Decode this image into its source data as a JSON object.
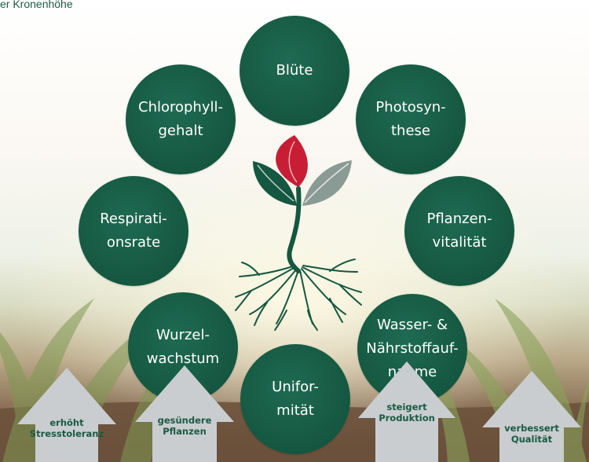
{
  "caption": "er Kronenhöhe",
  "circles": {
    "bluete": "Blüte",
    "photosynthese": "Photosyn-\nthese",
    "pflanzenvitalitaet": "Pflanzen-\nvitalität",
    "wasser": "Wasser- &\nNährstoffauf-\nnahme",
    "uniformitaet": "Unifor-\nmität",
    "wurzelwachstum": "Wurzel-\nwachstum",
    "respirationsrate": "Respirati-\nonsrate",
    "chlorophyll": "Chlorophyll-\ngehalt"
  },
  "arrows": {
    "stresstoleranz": "erhöht\nStresstoleranz",
    "pflanzen": "gesündere\nPflanzen",
    "produktion": "steigert\nProduktion",
    "qualitaet": "verbessert\nQualität"
  },
  "colors": {
    "circle_green": "#155741",
    "leaf_red": "#c81e35",
    "leaf_grey": "#8a9a94",
    "arrow_grey": "#c9cdcf"
  },
  "icons": {
    "center": "plant-with-roots-icon"
  }
}
